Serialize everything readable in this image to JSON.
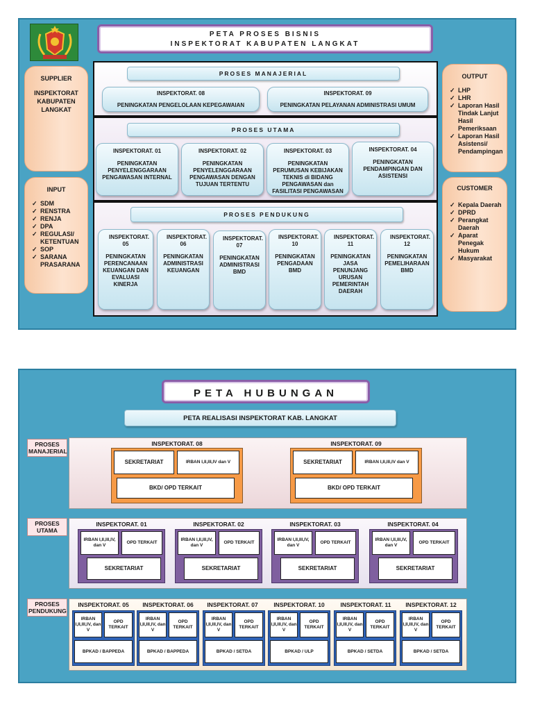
{
  "top": {
    "title_line1": "PETA PROSES BISNIS",
    "title_line2": "INSPEKTORAT KABUPATEN LANGKAT",
    "supplier": {
      "heading": "SUPPLIER",
      "text": "INSPEKTORAT KABUPATEN LANGKAT"
    },
    "input": {
      "heading": "INPUT",
      "items": [
        "SDM",
        "RENSTRA",
        "RENJA",
        "DPA",
        "REGULASI/ KETENTUAN",
        "SOP",
        "SARANA PRASARANA"
      ]
    },
    "output": {
      "heading": "OUTPUT",
      "items": [
        "LHP",
        "LHR",
        "Laporan Hasil Tindak Lanjut Hasil Pemeriksaan",
        "Laporan Hasil Asistensi/ Pendampingan"
      ]
    },
    "customer": {
      "heading": "CUSTOMER",
      "items": [
        "Kepala Daerah",
        "DPRD",
        "Perangkat Daerah",
        "Aparat Penegak Hukum",
        "Masyarakat"
      ]
    },
    "manajerial": {
      "label": "PROSES MANAJERIAL",
      "cards": [
        {
          "code": "INSPEKTORAT. 08",
          "desc": "PENINGKATAN PENGELOLAAN KEPEGAWAIAN"
        },
        {
          "code": "INSPEKTORAT. 09",
          "desc": "PENINGKATAN PELAYANAN ADMINISTRASI UMUM"
        }
      ]
    },
    "utama": {
      "label": "PROSES UTAMA",
      "cards": [
        {
          "code": "INSPEKTORAT. 01",
          "desc": "PENINGKATAN PENYELENGGARAAN PENGAWASAN INTERNAL"
        },
        {
          "code": "INSPEKTORAT. 02",
          "desc": "PENINGKATAN PENYELENGGARAAN PENGAWASAN DENGAN TUJUAN TERTENTU"
        },
        {
          "code": "INSPEKTORAT. 03",
          "desc": "PENINGKATAN PERUMUSAN KEBIJAKAN TEKNIS di BIDANG PENGAWASAN dan FASILITASI PENGAWASAN"
        },
        {
          "code": "INSPEKTORAT. 04",
          "desc": "PENINGKATAN PENDAMPINGAN DAN ASISTENSI"
        }
      ]
    },
    "pendukung": {
      "label": "PROSES PENDUKUNG",
      "cards": [
        {
          "code": "INSPEKTORAT. 05",
          "desc": "PENINGKATAN PERENCANAAN KEUANGAN DAN EVALUASI KINERJA"
        },
        {
          "code": "INSPEKTORAT. 06",
          "desc": "PENINGKATAN ADMINISTRASI KEUANGAN"
        },
        {
          "code": "INSPEKTORAT. 07",
          "desc": "PENINGKATAN ADMINISTRASI BMD"
        },
        {
          "code": "INSPEKTORAT. 10",
          "desc": "PENINGKATAN PENGADAAN BMD"
        },
        {
          "code": "INSPEKTORAT. 11",
          "desc": "PENINGKATAN JASA PENUNJANG URUSAN PEMERINTAH DAERAH"
        },
        {
          "code": "INSPEKTORAT. 12",
          "desc": "PENINGKATAN PEMELIHARAAN BMD"
        }
      ]
    }
  },
  "bottom": {
    "title": "PETA HUBUNGAN",
    "subtitle": "PETA REALISASI INSPEKTORAT KAB. LANGKAT",
    "manajerial": {
      "label": "PROSES MANAJERIAL",
      "groups": [
        {
          "code": "INSPEKTORAT. 08",
          "a": "SEKRETARIAT",
          "b": "IRBAN I,II,III,IV dan V",
          "c": "BKD/ OPD TERKAIT"
        },
        {
          "code": "INSPEKTORAT. 09",
          "a": "SEKRETARIAT",
          "b": "IRBAN I,II,III,IV dan V",
          "c": "BKD/ OPD TERKAIT"
        }
      ]
    },
    "utama": {
      "label": "PROSES UTAMA",
      "groups": [
        {
          "code": "INSPEKTORAT. 01",
          "a": "IRBAN I,II,III,IV, dan V",
          "b": "OPD TERKAIT",
          "c": "SEKRETARIAT"
        },
        {
          "code": "INSPEKTORAT. 02",
          "a": "IRBAN I,II,III,IV, dan V",
          "b": "OPD TERKAIT",
          "c": "SEKRETARIAT"
        },
        {
          "code": "INSPEKTORAT. 03",
          "a": "IRBAN I,II,III,IV, dan V",
          "b": "OPD TERKAIT",
          "c": "SEKRETARIAT"
        },
        {
          "code": "INSPEKTORAT. 04",
          "a": "IRBAN I,II,III,IV, dan V",
          "b": "OPD TERKAIT",
          "c": "SEKRETARIAT"
        }
      ]
    },
    "pendukung": {
      "label": "PROSES PENDUKUNG",
      "groups": [
        {
          "code": "INSPEKTORAT. 05",
          "a": "IRBAN I,II,III,IV, dan V",
          "b": "OPD TERKAIT",
          "c": "BPKAD / BAPPEDA"
        },
        {
          "code": "INSPEKTORAT. 06",
          "a": "IRBAN I,II,III,IV, dan V",
          "b": "OPD TERKAIT",
          "c": "BPKAD / BAPPEDA"
        },
        {
          "code": "INSPEKTORAT. 07",
          "a": "IRBAN I,II,III,IV, dan V",
          "b": "OPD TERKAIT",
          "c": "BPKAD / SETDA"
        },
        {
          "code": "INSPEKTORAT. 10",
          "a": "IRBAN I,II,III,IV, dan V",
          "b": "OPD TERKAIT",
          "c": "BPKAD / ULP"
        },
        {
          "code": "INSPEKTORAT. 11",
          "a": "IRBAN I,II,III,IV, dan V",
          "b": "OPD TERKAIT",
          "c": "BPKAD / SETDA"
        },
        {
          "code": "INSPEKTORAT. 12",
          "a": "IRBAN I,II,III,IV, dan V",
          "b": "OPD TERKAIT",
          "c": "BPKAD / SETDA"
        }
      ]
    }
  }
}
